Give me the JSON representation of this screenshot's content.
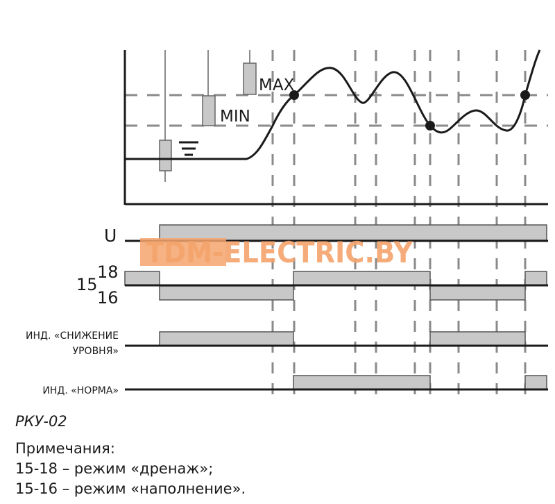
{
  "watermark": "TDM-ELECTRIC.BY",
  "labels": {
    "max": "MAX",
    "min": "MIN",
    "u": "U",
    "terminal_common": "15",
    "terminal_18": "18",
    "terminal_16": "16",
    "ind_low_line1": "ИНД. «СНИЖЕНИЕ",
    "ind_low_line2": "УРОВНЯ»",
    "ind_norm": "ИНД. «НОРМА»"
  },
  "model": "РКУ-02",
  "notes": {
    "title": "Примечания:",
    "items": [
      "15-18 – режим «дренаж»;",
      "15-16 – режим «наполнение»."
    ]
  },
  "colors": {
    "line": "#1a1a1a",
    "fill": "#c8c8c8",
    "dash": "#8a8a8a",
    "watermark": "#f4a46c"
  }
}
